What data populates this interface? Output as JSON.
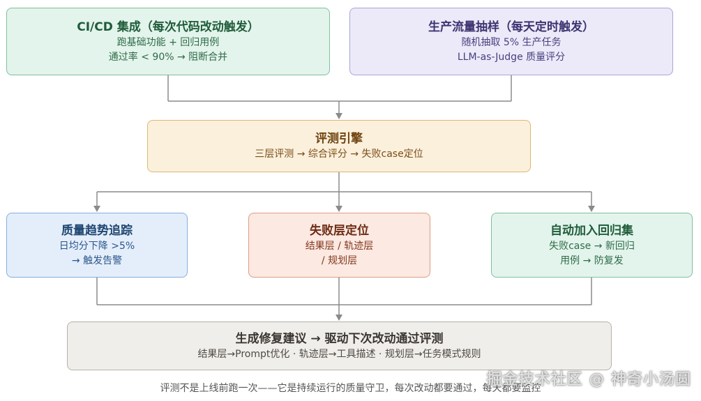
{
  "boxes": {
    "ci": {
      "title": "CI/CD 集成（每次代码改动触发）",
      "lines": [
        "跑基础功能 + 回归用例",
        "通过率 < 90% → 阻断合并"
      ]
    },
    "prod": {
      "title": "生产流量抽样（每天定时触发）",
      "lines": [
        "随机抽取 5% 生产任务",
        "LLM-as-Judge 质量评分"
      ]
    },
    "engine": {
      "title": "评测引擎",
      "lines": [
        "三层评测 → 综合评分 → 失败case定位"
      ]
    },
    "trend": {
      "title": "质量趋势追踪",
      "lines": [
        "日均分下降 >5%",
        "→ 触发告警"
      ]
    },
    "locate": {
      "title": "失败层定位",
      "lines": [
        "结果层 / 轨迹层",
        "/ 规划层"
      ]
    },
    "regress": {
      "title": "自动加入回归集",
      "lines": [
        "失败case → 新回归",
        "用例 → 防复发"
      ]
    },
    "fix": {
      "title": "生成修复建议 → 驱动下次改动通过评测",
      "lines": [
        "结果层→Prompt优化 · 轨迹层→工具描述 · 规划层→任务模式规则"
      ]
    }
  },
  "footer": "评测不是上线前跑一次——它是持续运行的质量守卫，每次改动都要通过，每天都要监控",
  "watermark": "掘金技术社区 @ 神奇小汤圆",
  "colors": {
    "connector": "#8a8a8a"
  }
}
